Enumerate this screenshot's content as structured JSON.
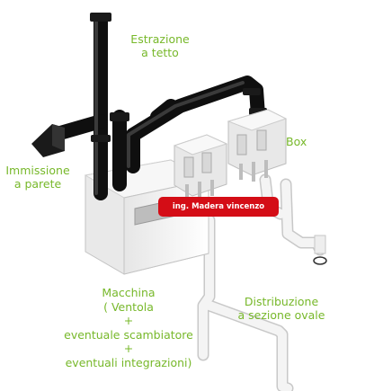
{
  "labels": {
    "estrazione": [
      "Estrazione",
      "a tetto"
    ],
    "immissione": [
      "Immissione",
      "a parete"
    ],
    "box": [
      "Box"
    ],
    "macchina": [
      "Macchina",
      "( Ventola",
      "+",
      "eventuale scambiatore",
      "+",
      "eventuali integrazioni)"
    ],
    "distribuzione": [
      "Distribuzione",
      "a sezione ovale"
    ]
  },
  "badge": {
    "text": "ing. Madera vincenzo"
  },
  "colors": {
    "label": "#77b82a",
    "badge": "#d40d16",
    "pipe": "#1e1e1e",
    "duct": "#f2f2f2",
    "duct_outline": "#c6c6c6"
  }
}
